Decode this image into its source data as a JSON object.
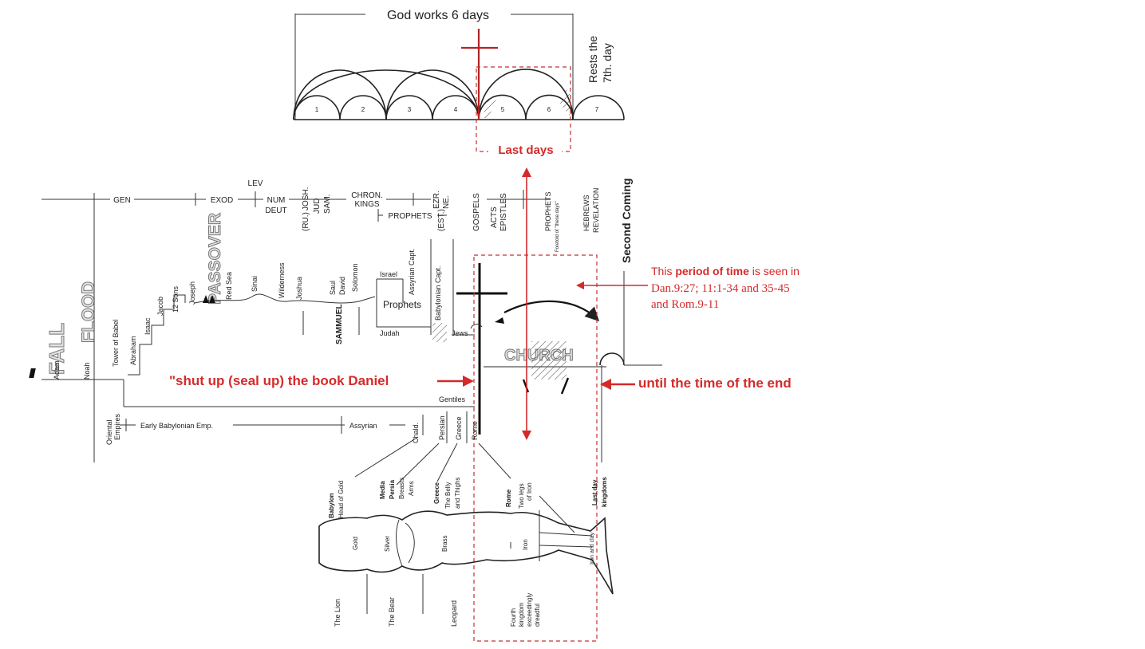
{
  "header": {
    "top_title": "God works 6 days",
    "rests": [
      "Rests the",
      "7th. day"
    ],
    "day_numbers": [
      "1",
      "2",
      "3",
      "4",
      "5",
      "6",
      "7"
    ],
    "last_days": "Last days",
    "second_coming": "Second Coming"
  },
  "annotations": {
    "period_prefix": "This ",
    "period_bold": "period of time",
    "period_rest": " is seen in",
    "period_line2": "Dan.9:27; 11:1-34 and 35-45",
    "period_line3": "and Rom.9-11",
    "shut_up": "\"shut up (seal up) the book Daniel",
    "until": "until the time of the end"
  },
  "books": {
    "gen": "GEN",
    "exod": "EXOD",
    "lev": "LEV",
    "num": "NUM",
    "deut": "DEUT",
    "josh": "JOSH.",
    "jud": "JUD",
    "ru": "(RU.)",
    "sam": "SAM.",
    "chron": "CHRON.",
    "kings": "KINGS",
    "prophets_bar": "PROPHETS",
    "ezr": "EZR.",
    "ne": "NE.",
    "est": "(EST.)",
    "gospels": "GOSPELS",
    "acts": "ACTS",
    "epistles": "EPISTLES",
    "prophets2": "PROPHETS",
    "foretold": "Foretold of \"these days\"",
    "hebrews": "HEBREWS",
    "revelation": "REVELATION"
  },
  "history": {
    "fall": "FALL",
    "flood": "FLOOD",
    "passover": "PASSOVER",
    "church": "CHURCH",
    "adam": "Adam",
    "noah": "Noah",
    "tower": "Tower of Babel",
    "abraham": "Abraham",
    "isaac": "Isaac",
    "jacob": "Jacob",
    "sons": "12 Sons",
    "joseph": "Joseph",
    "red_sea": "Red Sea",
    "sinai": "Sinai",
    "wilderness": "Wilderness",
    "joshua": "Joshua",
    "saul": "Saul",
    "david": "David",
    "solomon": "Solomon",
    "sammuel": "SAMMUEL",
    "israel": "Israel",
    "judah": "Judah",
    "assyrian_capt": "Assyrian Capt.",
    "prophets_box": "Prophets",
    "babylonian_capt": "Babylonian Capt.",
    "jews": "Jews",
    "gentiles": "Gentiles"
  },
  "empires": {
    "oriental": [
      "Oriental",
      "Empires"
    ],
    "early": "Early Babylonian Emp.",
    "assyrian": "Assyrian",
    "chald": "Chald.",
    "persian": "Persian",
    "greece": "Greece",
    "rome": "Rome"
  },
  "statue": {
    "babylon": [
      "Babylon",
      "Head of Gold"
    ],
    "media": [
      "Media",
      "Persia",
      "Breasts",
      "Arms"
    ],
    "greece": [
      "Greece",
      "The Belly",
      "and Thighs"
    ],
    "rome": [
      "Rome",
      "Two legs",
      "of Iron"
    ],
    "last": [
      "Last day",
      "kingdoms"
    ],
    "gold": "Gold",
    "silver": "Silver",
    "brass": "Brass",
    "iron": "Iron",
    "clay": "Iron and clay"
  },
  "beasts": {
    "lion": "The Lion",
    "bear": "The Bear",
    "leopard": "Leopard",
    "fourth": [
      "Fourth",
      "kingdom",
      "exceedingly",
      "dreadful"
    ]
  },
  "colors": {
    "accent_red": "#d42a2a",
    "ink": "#222222"
  }
}
